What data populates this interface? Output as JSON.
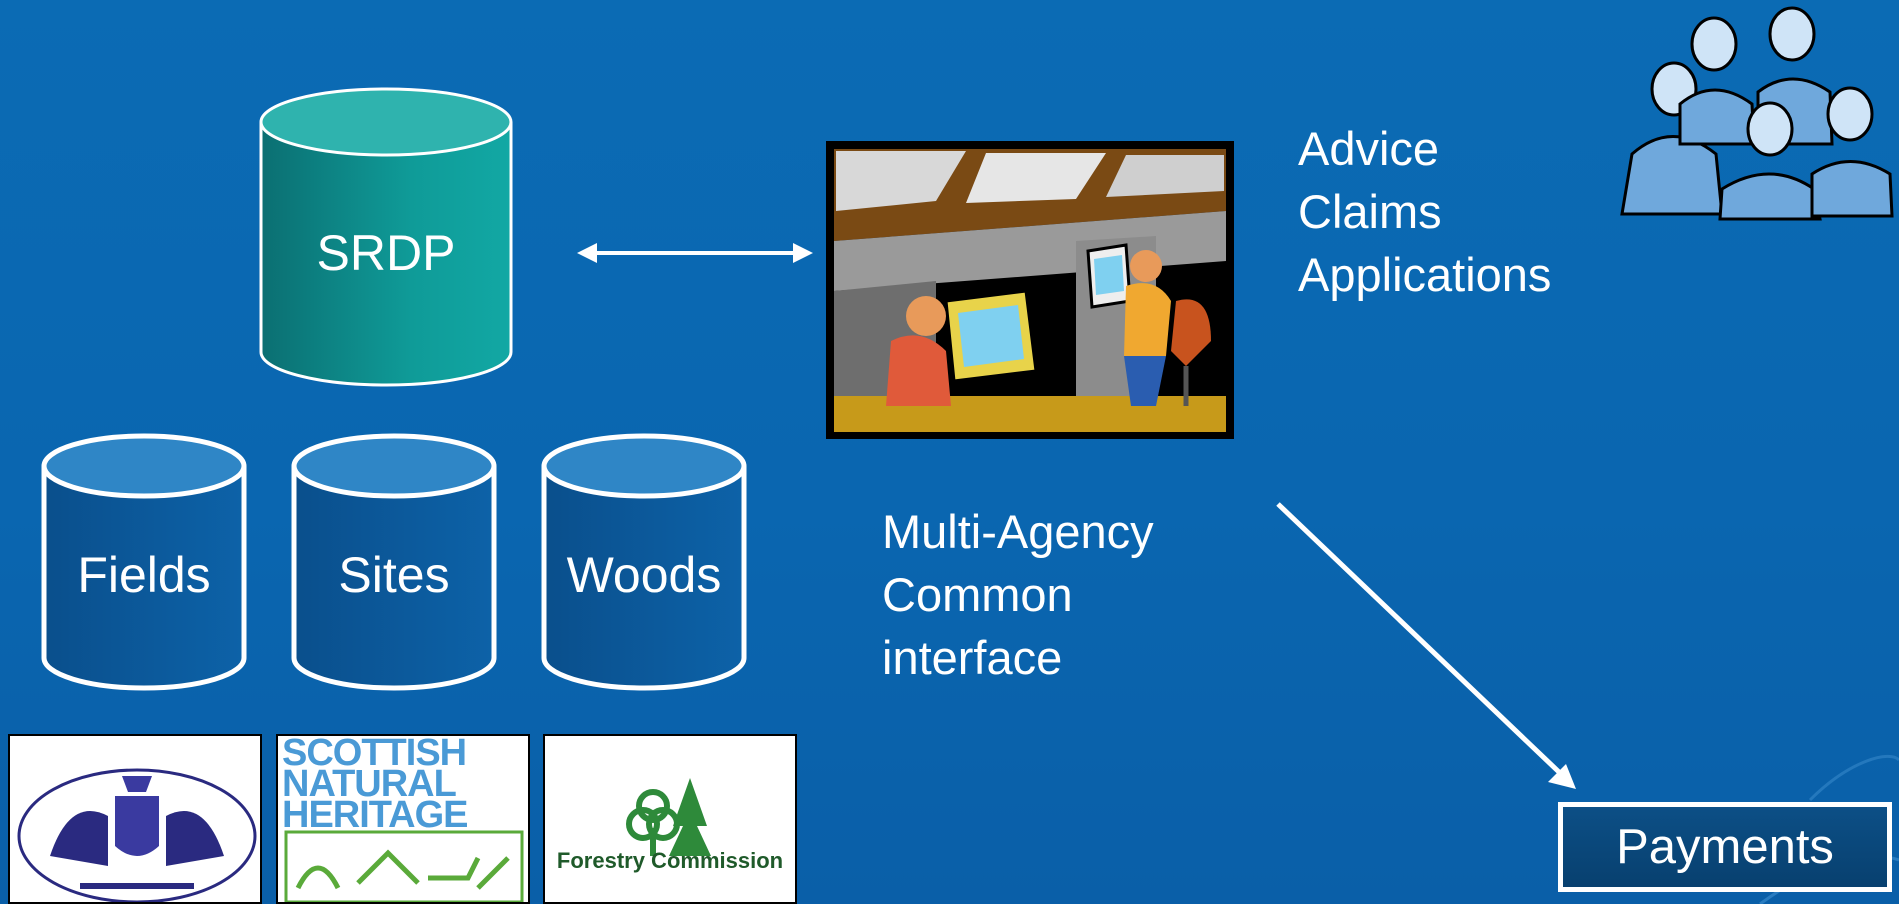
{
  "databases": {
    "main": "SRDP",
    "fields": "Fields",
    "sites": "Sites",
    "woods": "Woods"
  },
  "services": [
    "Advice",
    "Claims",
    "Applications"
  ],
  "interface_lines": [
    "Multi-Agency",
    "Common",
    "interface"
  ],
  "payments_label": "Payments",
  "logos": {
    "snh_lines": [
      "SCOTTISH",
      "NATURAL",
      "HERITAGE"
    ],
    "forestry": "Forestry Commission"
  },
  "colors": {
    "background": "#0a66b0",
    "srdp_cylinder": "#0d9a97",
    "small_cylinders": "#0b5a98",
    "payments_box": "#08406f"
  }
}
